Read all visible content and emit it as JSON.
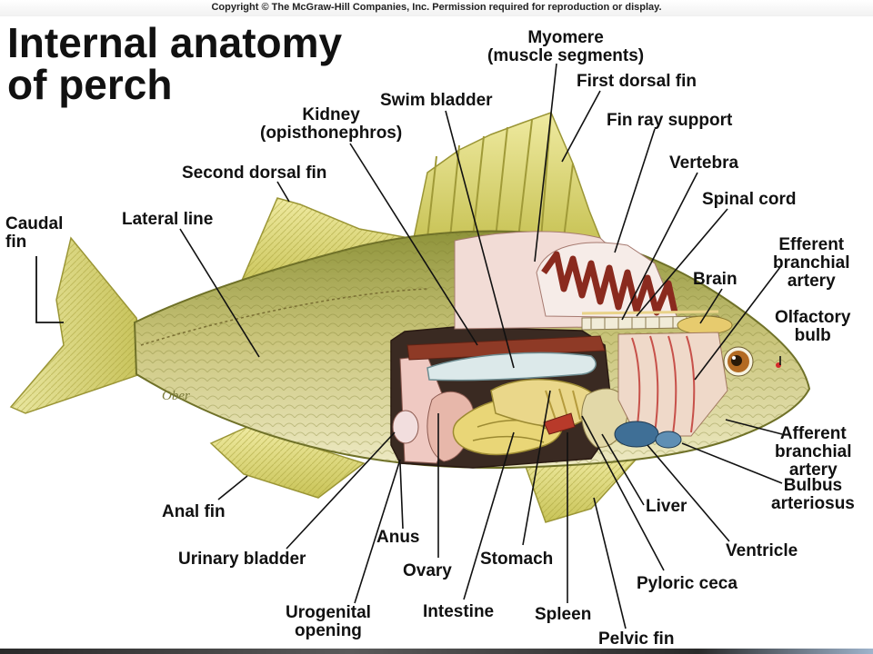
{
  "copyright": "Copyright © The McGraw-Hill Companies, Inc. Permission required for reproduction or display.",
  "title": {
    "line1": "Internal anatomy",
    "line2": "of perch"
  },
  "signature": "Ober",
  "labels": {
    "myomere": {
      "line1": "Myomere",
      "line2": "(muscle segments)"
    },
    "first_dorsal_fin": "First dorsal fin",
    "swim_bladder": "Swim bladder",
    "kidney": {
      "line1": "Kidney",
      "line2": "(opisthonephros)"
    },
    "fin_ray_support": "Fin ray support",
    "second_dorsal_fin": "Second dorsal fin",
    "vertebra": "Vertebra",
    "spinal_cord": "Spinal cord",
    "caudal_fin": {
      "line1": "Caudal",
      "line2": "fin"
    },
    "lateral_line": "Lateral line",
    "efferent_branchial_artery": {
      "line1": "Efferent",
      "line2": "branchial",
      "line3": "artery"
    },
    "brain": "Brain",
    "olfactory_bulb": {
      "line1": "Olfactory",
      "line2": "bulb"
    },
    "afferent_branchial_artery": {
      "line1": "Afferent",
      "line2": "branchial",
      "line3": "artery"
    },
    "liver": "Liver",
    "bulbus_arteriosus": {
      "line1": "Bulbus",
      "line2": "arteriosus"
    },
    "anal_fin": "Anal fin",
    "ventricle": "Ventricle",
    "anus": "Anus",
    "urinary_bladder": "Urinary bladder",
    "stomach": "Stomach",
    "ovary": "Ovary",
    "pyloric_ceca": "Pyloric ceca",
    "urogenital_opening": {
      "line1": "Urogenital",
      "line2": "opening"
    },
    "intestine": "Intestine",
    "spleen": "Spleen",
    "pelvic_fin": "Pelvic fin"
  },
  "colors": {
    "body": "#c9c47a",
    "back": "#9a9a3e",
    "belly": "#ece8c0",
    "fin": "#d9d56a",
    "muscle": "#f0d8d2",
    "myomere": "#8a2a1e",
    "kidney": "#8e3a26",
    "swim_bladder": "#d8e6e6",
    "intestine": "#e9d677",
    "gill": "#e7bfa7",
    "heart": "#3f6f96",
    "eye": "#b36a22",
    "leader": "#111111"
  }
}
